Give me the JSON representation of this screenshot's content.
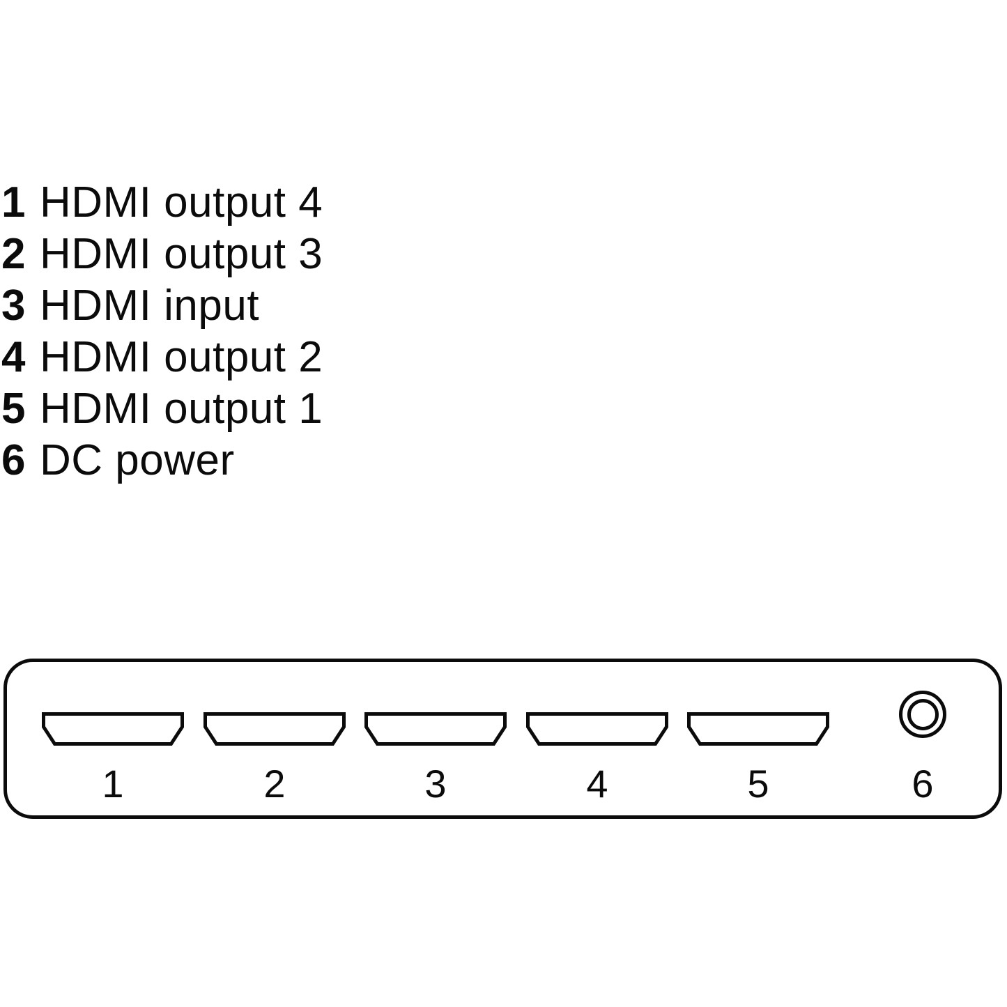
{
  "legend": {
    "items": [
      {
        "num": "1",
        "label": "HDMI output 4"
      },
      {
        "num": "2",
        "label": "HDMI output 3"
      },
      {
        "num": "3",
        "label": "HDMI input"
      },
      {
        "num": "4",
        "label": "HDMI output 2"
      },
      {
        "num": "5",
        "label": "HDMI output 1"
      },
      {
        "num": "6",
        "label": "DC power"
      }
    ]
  },
  "device": {
    "ports": [
      {
        "num": "1",
        "kind": "hdmi"
      },
      {
        "num": "2",
        "kind": "hdmi"
      },
      {
        "num": "3",
        "kind": "hdmi"
      },
      {
        "num": "4",
        "kind": "hdmi"
      },
      {
        "num": "5",
        "kind": "hdmi"
      },
      {
        "num": "6",
        "kind": "dc-power"
      }
    ]
  },
  "colors": {
    "line_color": "#0b0b0b",
    "background_color": "#ffffff"
  }
}
